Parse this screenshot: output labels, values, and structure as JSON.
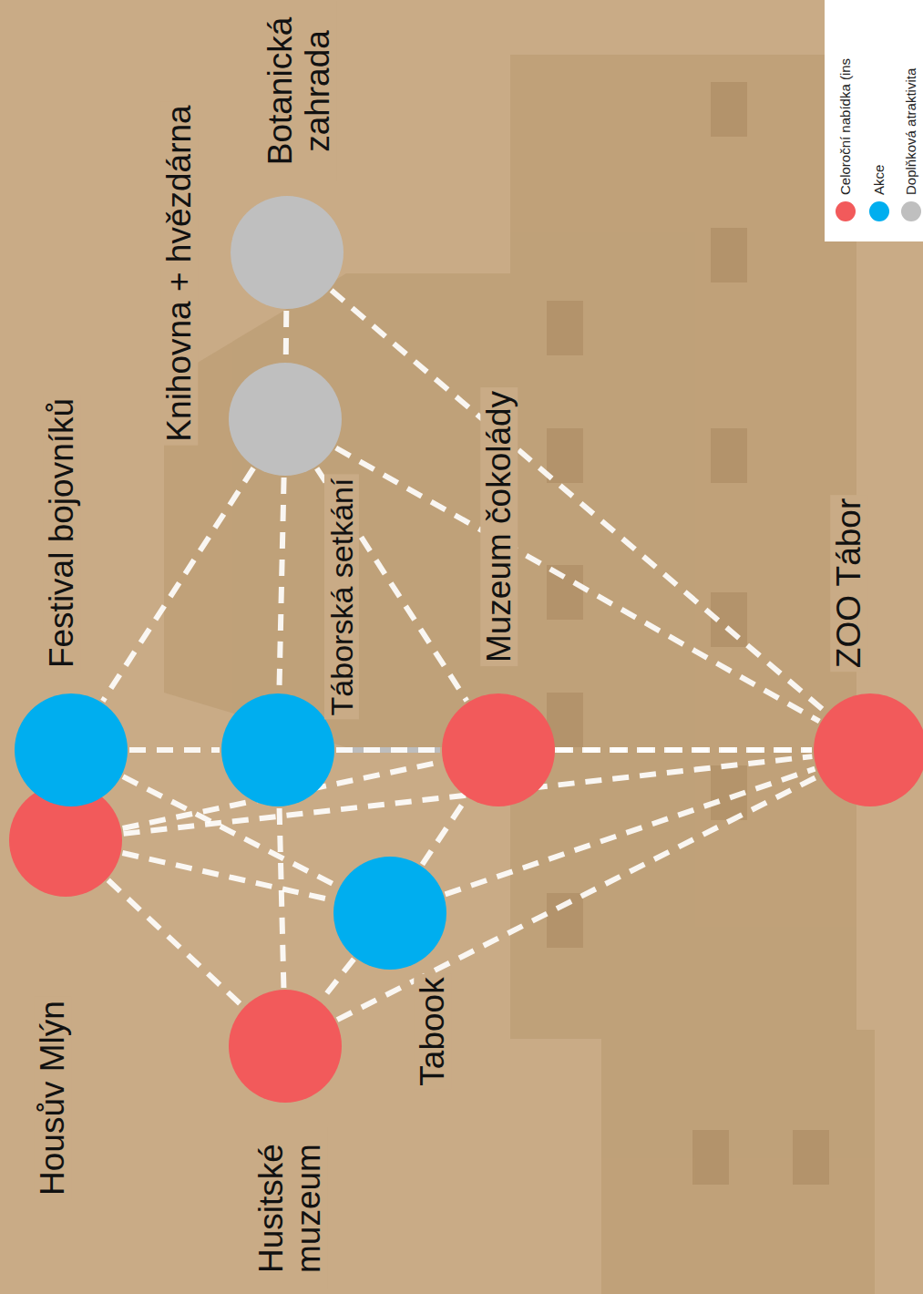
{
  "diagram": {
    "nodes": [
      {
        "text": [
          "Botanická zahrada"
        ]
      },
      {
        "text": [
          "Knihovna + hvězdárna"
        ]
      },
      {
        "text": [
          "Festival bojovníků"
        ]
      },
      {
        "text": [
          "Táborská setkání"
        ]
      },
      {
        "text": [
          "Muzeum čokolády"
        ]
      },
      {
        "text": [
          "ZOO Tábor"
        ]
      },
      {
        "text": [
          "Housův Mlýn"
        ]
      },
      {
        "text": [
          "Tabook"
        ]
      },
      {
        "text": [
          "Husitské muzeum"
        ]
      }
    ],
    "edges": [
      {
        "from": 0,
        "to": 1,
        "arrow": "none"
      },
      {
        "from": 0,
        "to": 5,
        "arrow": "none"
      },
      {
        "from": 1,
        "to": 5,
        "arrow": "none"
      },
      {
        "from": 1,
        "to": 2,
        "arrow": "none"
      },
      {
        "from": 1,
        "to": 3,
        "arrow": "none"
      },
      {
        "from": 1,
        "to": 4,
        "arrow": "none"
      },
      {
        "from": 2,
        "to": 3,
        "arrow": "none"
      },
      {
        "from": 3,
        "to": 4,
        "arrow": "none"
      },
      {
        "from": 4,
        "to": 5,
        "arrow": "none"
      },
      {
        "from": 2,
        "to": 7,
        "arrow": "none"
      },
      {
        "from": 6,
        "to": 5,
        "arrow": "none"
      },
      {
        "from": 3,
        "to": 5,
        "arrow": "none"
      },
      {
        "from": 7,
        "to": 5,
        "arrow": "none"
      },
      {
        "from": 8,
        "to": 5,
        "arrow": "none"
      },
      {
        "from": 6,
        "to": 7,
        "arrow": "none"
      },
      {
        "from": 6,
        "to": 8,
        "arrow": "none"
      },
      {
        "from": 6,
        "to": 4,
        "arrow": "none"
      },
      {
        "from": 3,
        "to": 8,
        "arrow": "none"
      },
      {
        "from": 7,
        "to": 4,
        "arrow": "none"
      },
      {
        "from": 7,
        "to": 8,
        "arrow": "none"
      }
    ],
    "legend": [
      {
        "text": "Celoroční nabídka (ins",
        "color": "#f25a5b"
      },
      {
        "text": "Akce",
        "color": "#00aeef"
      },
      {
        "text": "Doplňková atraktivita",
        "color": "#bfbfbf"
      }
    ]
  }
}
